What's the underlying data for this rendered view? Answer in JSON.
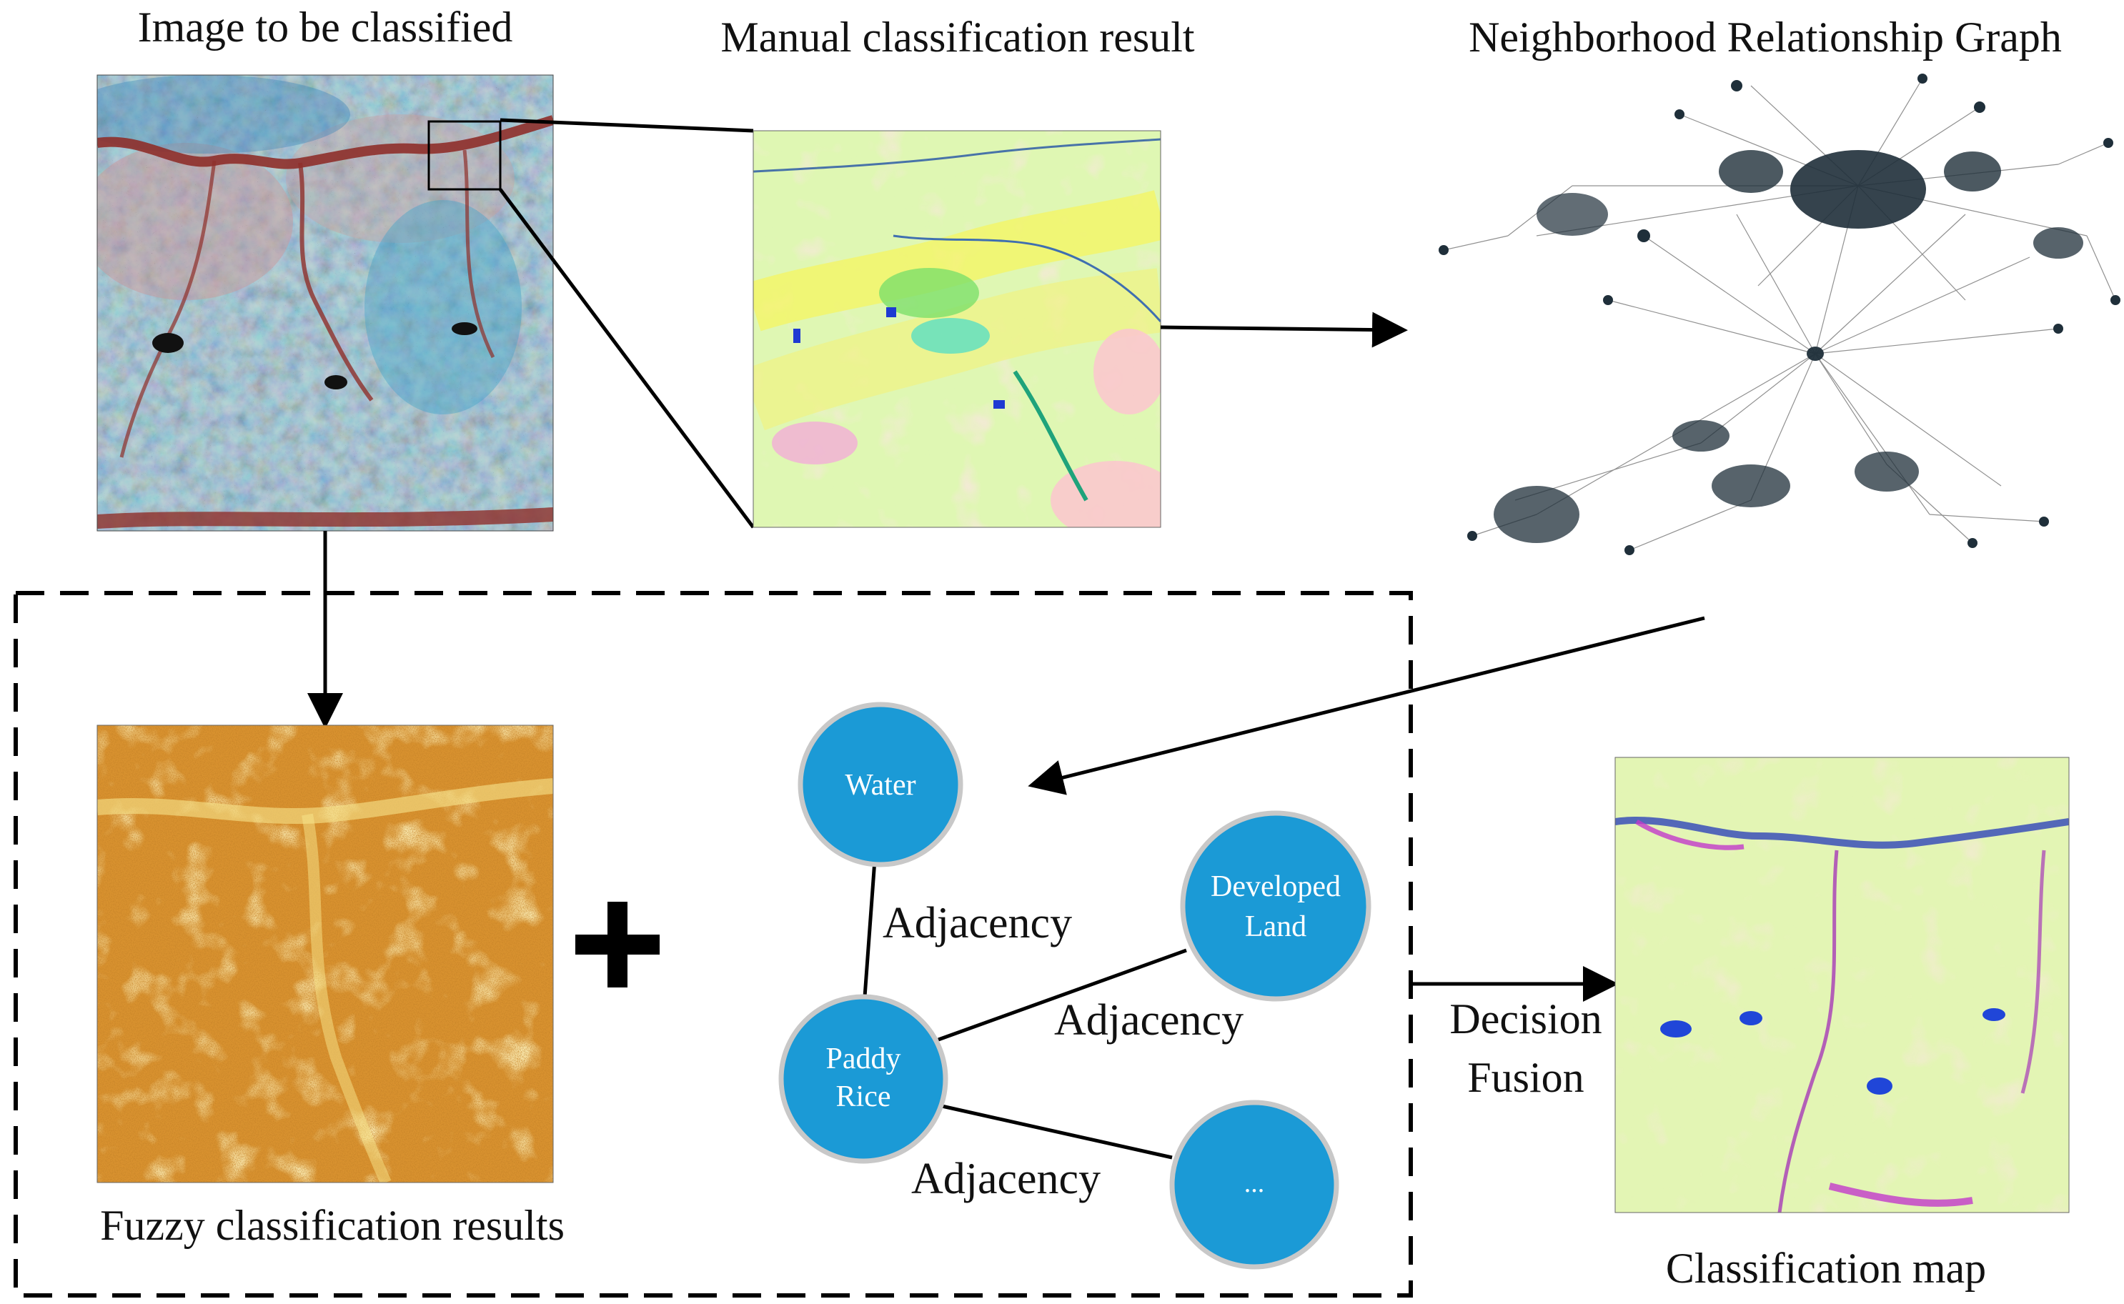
{
  "captions": {
    "image_to_classify": "Image to be classified",
    "manual_result": "Manual classification result",
    "neighborhood_graph": "Neighborhood Relationship Graph",
    "fuzzy_results": "Fuzzy classification results",
    "classification_map": "Classification map",
    "decision_line1": "Decision",
    "decision_line2": "Fusion"
  },
  "graph_nodes": {
    "water": "Water",
    "developed_line1": "Developed",
    "developed_line2": "Land",
    "paddy_line1": "Paddy",
    "paddy_line2": "Rice",
    "other": "..."
  },
  "edges": {
    "water_paddy": "Adjacency",
    "paddy_developed": "Adjacency",
    "paddy_other": "Adjacency"
  },
  "colors": {
    "node_fill": "#1b9ad6",
    "node_stroke": "#c8c8c8",
    "river": "#8e2f2a",
    "land_green": "#dff7b3"
  }
}
